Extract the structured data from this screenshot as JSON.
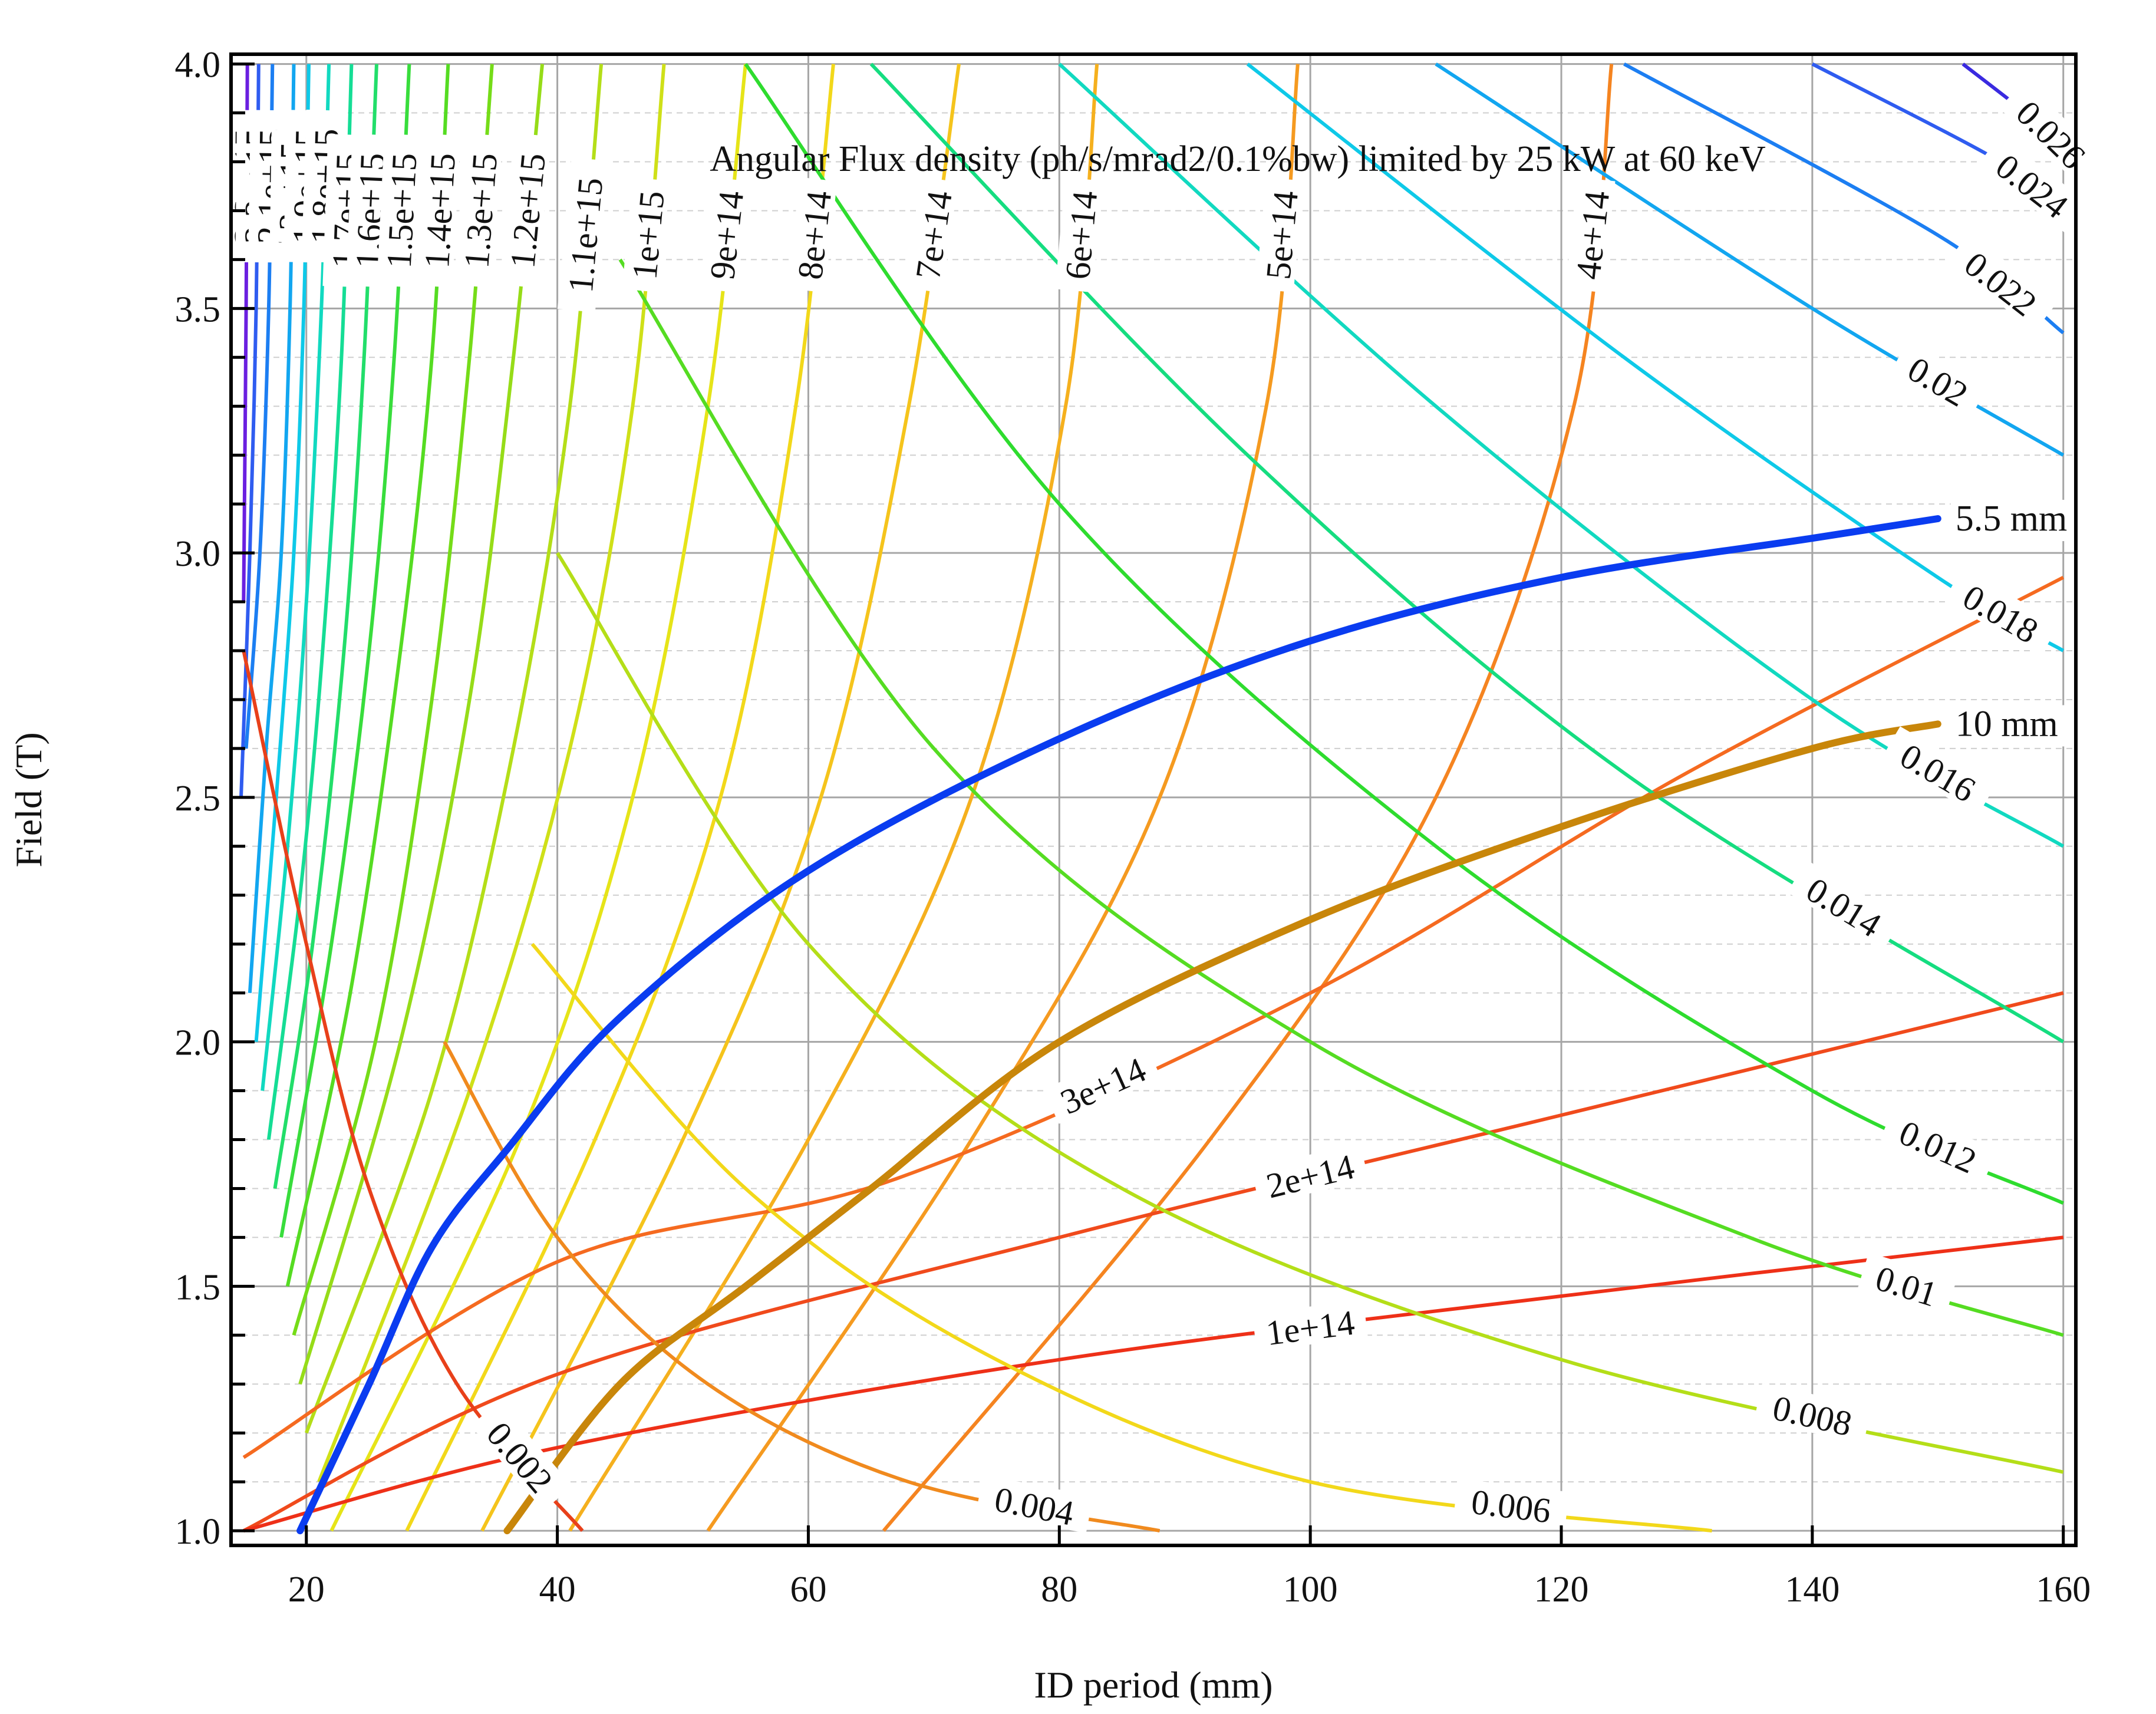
{
  "chart_data": {
    "type": "contour",
    "title": "Angular Flux density (ph/s/mrad2/0.1%bw) limited by 25 kW at 60 keV",
    "xlabel": "ID period (mm)",
    "ylabel": "Field (T)",
    "xlim": [
      14,
      161
    ],
    "ylim": [
      0.97,
      4.02
    ],
    "x_ticks": [
      "20",
      "40",
      "60",
      "80",
      "100",
      "120",
      "140",
      "160"
    ],
    "y_ticks": [
      "1.0",
      "1.5",
      "2.0",
      "2.5",
      "3.0",
      "3.5",
      "4.0"
    ],
    "grid": true,
    "colors": {
      "frame": "#000000",
      "grid_major": "#a6a6a6",
      "grid_minor": "#cfcfcf",
      "gap_5_5": "#0a3cf0",
      "gap_10": "#c8860a"
    },
    "flux_contours": [
      {
        "label": "2.6e+15",
        "color": "#6a1fe0",
        "points": [
          [
            15.0,
            2.9
          ],
          [
            15.2,
            3.5
          ],
          [
            15.3,
            4.0
          ]
        ]
      },
      {
        "label": "2.3e+15",
        "color": "#2f5cf0",
        "points": [
          [
            14.8,
            2.5
          ],
          [
            15.5,
            3.0
          ],
          [
            16.0,
            3.5
          ],
          [
            16.2,
            4.0
          ]
        ]
      },
      {
        "label": "2.1e+15",
        "color": "#1c7ef2",
        "points": [
          [
            15.2,
            2.6
          ],
          [
            16.3,
            3.0
          ],
          [
            17.0,
            3.5
          ],
          [
            17.3,
            4.0
          ]
        ]
      },
      {
        "label": "2e+15",
        "color": "#12a6f0",
        "points": [
          [
            15.5,
            2.1
          ],
          [
            16.8,
            2.6
          ],
          [
            18.0,
            3.0
          ],
          [
            18.7,
            3.5
          ],
          [
            19.0,
            4.0
          ]
        ]
      },
      {
        "label": "1.9e+15",
        "color": "#0ec9e8",
        "points": [
          [
            16.0,
            2.0
          ],
          [
            17.6,
            2.5
          ],
          [
            19.0,
            3.0
          ],
          [
            19.8,
            3.5
          ],
          [
            20.2,
            4.0
          ]
        ]
      },
      {
        "label": "1.8e+15",
        "color": "#11d9c0",
        "points": [
          [
            16.5,
            1.9
          ],
          [
            18.5,
            2.4
          ],
          [
            20.0,
            2.9
          ],
          [
            21.2,
            3.5
          ],
          [
            21.8,
            4.0
          ]
        ]
      },
      {
        "label": "1.7e+15",
        "color": "#15dd95",
        "points": [
          [
            17.0,
            1.8
          ],
          [
            19.5,
            2.3
          ],
          [
            21.3,
            2.8
          ],
          [
            22.8,
            3.4
          ],
          [
            23.6,
            4.0
          ]
        ]
      },
      {
        "label": "1.6e+15",
        "color": "#22de6a",
        "points": [
          [
            17.5,
            1.7
          ],
          [
            20.5,
            2.2
          ],
          [
            23.0,
            2.8
          ],
          [
            24.6,
            3.4
          ],
          [
            25.6,
            4.0
          ]
        ]
      },
      {
        "label": "1.5e+15",
        "color": "#38dd3c",
        "points": [
          [
            18.0,
            1.6
          ],
          [
            22.0,
            2.2
          ],
          [
            25.0,
            2.8
          ],
          [
            27.0,
            3.4
          ],
          [
            28.2,
            4.0
          ]
        ]
      },
      {
        "label": "1.4e+15",
        "color": "#55dc22",
        "points": [
          [
            18.5,
            1.5
          ],
          [
            23.5,
            2.1
          ],
          [
            27.5,
            2.8
          ],
          [
            30.0,
            3.4
          ],
          [
            31.3,
            4.0
          ]
        ]
      },
      {
        "label": "1.3e+15",
        "color": "#75dc18",
        "points": [
          [
            19.0,
            1.4
          ],
          [
            25.5,
            2.0
          ],
          [
            30.0,
            2.7
          ],
          [
            33.0,
            3.4
          ],
          [
            34.8,
            4.0
          ]
        ]
      },
      {
        "label": "1.2e+15",
        "color": "#96dc18",
        "points": [
          [
            19.5,
            1.3
          ],
          [
            27.5,
            2.0
          ],
          [
            33.0,
            2.7
          ],
          [
            36.5,
            3.4
          ],
          [
            38.8,
            4.0
          ]
        ]
      },
      {
        "label": "1.1e+15",
        "color": "#b4de18",
        "points": [
          [
            20.0,
            1.2
          ],
          [
            30.0,
            1.9
          ],
          [
            36.5,
            2.6
          ],
          [
            41.0,
            3.3
          ],
          [
            43.5,
            4.0
          ]
        ]
      },
      {
        "label": "1e+15",
        "color": "#cfe018",
        "points": [
          [
            21.0,
            1.1
          ],
          [
            33.0,
            1.9
          ],
          [
            41.0,
            2.6
          ],
          [
            46.0,
            3.3
          ],
          [
            48.5,
            4.0
          ]
        ]
      },
      {
        "label": "9e+14",
        "color": "#e6e418",
        "points": [
          [
            22.0,
            1.0
          ],
          [
            37.0,
            1.8
          ],
          [
            46.0,
            2.5
          ],
          [
            52.0,
            3.3
          ],
          [
            55.0,
            4.0
          ]
        ]
      },
      {
        "label": "8e+14",
        "color": "#f2d81a",
        "points": [
          [
            28.0,
            1.0
          ],
          [
            43.0,
            1.8
          ],
          [
            53.0,
            2.5
          ],
          [
            59.0,
            3.3
          ],
          [
            62.0,
            4.0
          ]
        ]
      },
      {
        "label": "7e+14",
        "color": "#f5c41c",
        "points": [
          [
            34.0,
            1.0
          ],
          [
            50.0,
            1.8
          ],
          [
            61.0,
            2.5
          ],
          [
            68.0,
            3.3
          ],
          [
            72.0,
            4.0
          ]
        ]
      },
      {
        "label": "6e+14",
        "color": "#f5b01e",
        "points": [
          [
            41.0,
            1.0
          ],
          [
            60.0,
            1.8
          ],
          [
            73.0,
            2.5
          ],
          [
            80.5,
            3.3
          ],
          [
            83.0,
            4.0
          ]
        ]
      },
      {
        "label": "5e+14",
        "color": "#f59a20",
        "points": [
          [
            52.0,
            1.0
          ],
          [
            73.0,
            1.8
          ],
          [
            88.0,
            2.5
          ],
          [
            96.5,
            3.3
          ],
          [
            99.0,
            4.0
          ]
        ]
      },
      {
        "label": "4e+14",
        "color": "#f58420",
        "points": [
          [
            66.0,
            1.0
          ],
          [
            92.0,
            1.8
          ],
          [
            110.0,
            2.5
          ],
          [
            121.0,
            3.3
          ],
          [
            124.0,
            4.0
          ]
        ]
      },
      {
        "label": "3e+14",
        "color": "#f56a20",
        "points": [
          [
            15.0,
            1.15
          ],
          [
            40.0,
            1.55
          ],
          [
            67.0,
            1.72
          ],
          [
            100.0,
            2.1
          ],
          [
            130.0,
            2.55
          ],
          [
            160.0,
            2.95
          ]
        ]
      },
      {
        "label": "2e+14",
        "color": "#f04a1c",
        "points": [
          [
            15.0,
            1.0
          ],
          [
            40.0,
            1.32
          ],
          [
            80.0,
            1.6
          ],
          [
            120.0,
            1.85
          ],
          [
            160.0,
            2.1
          ]
        ]
      },
      {
        "label": "1e+14",
        "color": "#ee3018",
        "points": [
          [
            15.0,
            1.0
          ],
          [
            40.0,
            1.17
          ],
          [
            80.0,
            1.35
          ],
          [
            120.0,
            1.48
          ],
          [
            160.0,
            1.6
          ]
        ]
      }
    ],
    "power_contours": [
      {
        "label": "0.002",
        "color": "#e8401a",
        "points": [
          [
            15.0,
            2.8
          ],
          [
            20.0,
            2.2
          ],
          [
            25.0,
            1.7
          ],
          [
            32.0,
            1.3
          ],
          [
            42.0,
            1.0
          ]
        ]
      },
      {
        "label": "0.004",
        "color": "#f08a1e",
        "points": [
          [
            31.0,
            2.0
          ],
          [
            40.0,
            1.6
          ],
          [
            52.0,
            1.3
          ],
          [
            68.0,
            1.1
          ],
          [
            88.0,
            1.0
          ]
        ]
      },
      {
        "label": "0.006",
        "color": "#f2d81a",
        "points": [
          [
            38.0,
            2.2
          ],
          [
            55.0,
            1.7
          ],
          [
            75.0,
            1.35
          ],
          [
            100.0,
            1.1
          ],
          [
            132.0,
            1.0
          ]
        ]
      },
      {
        "label": "0.008",
        "color": "#b4de18",
        "points": [
          [
            40.0,
            3.0
          ],
          [
            60.0,
            2.2
          ],
          [
            85.0,
            1.7
          ],
          [
            120.0,
            1.35
          ],
          [
            160.0,
            1.12
          ]
        ]
      },
      {
        "label": "0.01",
        "color": "#55dc22",
        "points": [
          [
            45.0,
            3.6
          ],
          [
            70.0,
            2.6
          ],
          [
            100.0,
            2.0
          ],
          [
            135.0,
            1.6
          ],
          [
            160.0,
            1.4
          ]
        ]
      },
      {
        "label": "0.012",
        "color": "#2edc2e",
        "points": [
          [
            55.0,
            4.0
          ],
          [
            80.0,
            3.1
          ],
          [
            110.0,
            2.4
          ],
          [
            140.0,
            1.9
          ],
          [
            160.0,
            1.67
          ]
        ]
      },
      {
        "label": "0.014",
        "color": "#15dd80",
        "points": [
          [
            65.0,
            4.0
          ],
          [
            95.0,
            3.2
          ],
          [
            125.0,
            2.55
          ],
          [
            160.0,
            2.0
          ]
        ]
      },
      {
        "label": "0.016",
        "color": "#11d9c0",
        "points": [
          [
            80.0,
            4.0
          ],
          [
            110.0,
            3.3
          ],
          [
            140.0,
            2.7
          ],
          [
            160.0,
            2.4
          ]
        ]
      },
      {
        "label": "0.018",
        "color": "#0ec9e8",
        "points": [
          [
            95.0,
            4.0
          ],
          [
            125.0,
            3.4
          ],
          [
            150.0,
            2.95
          ],
          [
            160.0,
            2.8
          ]
        ]
      },
      {
        "label": "0.02",
        "color": "#12a6f0",
        "points": [
          [
            110.0,
            4.0
          ],
          [
            140.0,
            3.5
          ],
          [
            160.0,
            3.2
          ]
        ]
      },
      {
        "label": "0.022",
        "color": "#1c7ef2",
        "points": [
          [
            125.0,
            4.0
          ],
          [
            150.0,
            3.65
          ],
          [
            160.0,
            3.45
          ]
        ]
      },
      {
        "label": "0.024",
        "color": "#2f5cf0",
        "points": [
          [
            140.0,
            4.0
          ],
          [
            155.0,
            3.8
          ],
          [
            160.0,
            3.7
          ]
        ]
      },
      {
        "label": "0.026",
        "color": "#3a2ae0",
        "points": [
          [
            152.0,
            4.0
          ],
          [
            158.0,
            3.88
          ],
          [
            160.0,
            3.83
          ]
        ]
      }
    ],
    "gap_curves": [
      {
        "label": "5.5 mm",
        "color": "#0a3cf0",
        "points": [
          [
            19.5,
            1.0
          ],
          [
            25.0,
            1.3
          ],
          [
            30.0,
            1.58
          ],
          [
            36.0,
            1.78
          ],
          [
            45.0,
            2.05
          ],
          [
            60.0,
            2.35
          ],
          [
            80.0,
            2.62
          ],
          [
            100.0,
            2.82
          ],
          [
            120.0,
            2.95
          ],
          [
            140.0,
            3.03
          ],
          [
            150.0,
            3.07
          ]
        ]
      },
      {
        "label": "10 mm",
        "color": "#c8860a",
        "points": [
          [
            36.0,
            1.0
          ],
          [
            45.0,
            1.3
          ],
          [
            55.0,
            1.5
          ],
          [
            65.0,
            1.7
          ],
          [
            80.0,
            2.0
          ],
          [
            100.0,
            2.25
          ],
          [
            120.0,
            2.44
          ],
          [
            140.0,
            2.6
          ],
          [
            150.0,
            2.65
          ]
        ]
      }
    ]
  }
}
